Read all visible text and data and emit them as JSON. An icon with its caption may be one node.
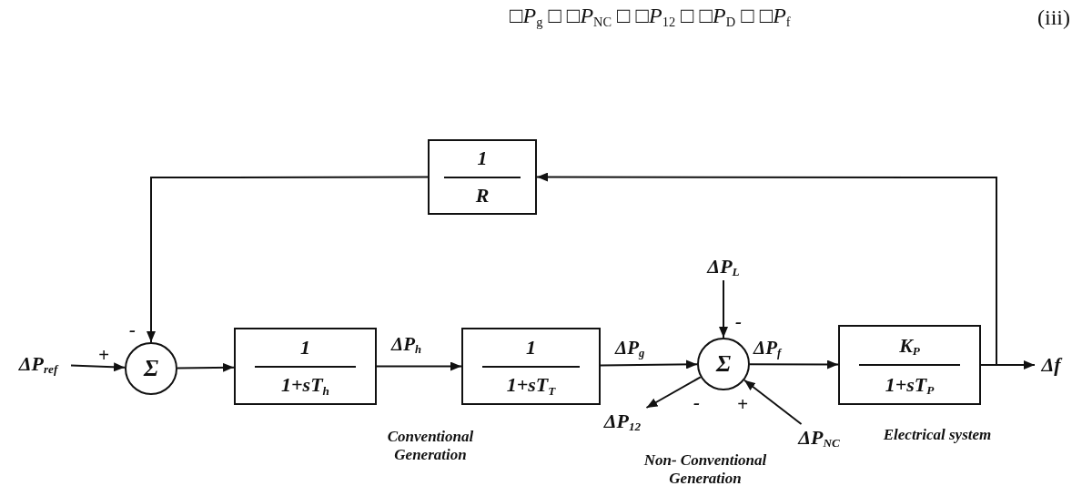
{
  "diagram": {
    "nodes": [
      {
        "text": [
          "ΔP$_{ref}$"
        ]
      },
      {
        "text": [
          "Σ"
        ]
      },
      {
        "text": [
          "1",
          "1+sT$_{h}$"
        ]
      },
      {
        "text": [
          "1",
          "1+sT$_{T}$"
        ]
      },
      {
        "text": [
          "Σ"
        ]
      },
      {
        "text": [
          "K$_{P}$",
          "1+sT$_{P}$"
        ],
        "beside": [
          "Electrical system"
        ]
      },
      {
        "text": [
          "1",
          "R"
        ]
      },
      {
        "text": [
          "ΔP$_{L}$"
        ]
      },
      {
        "text": [
          "ΔP$_{12}$"
        ]
      },
      {
        "text": [
          "ΔP$_{NC}$"
        ]
      },
      {
        "text": [
          "Δf"
        ]
      }
    ],
    "edges": [
      {
        "from": 0,
        "to": 1,
        "arrow": "to",
        "label": "+"
      },
      {
        "from": 1,
        "to": 2,
        "arrow": "to"
      },
      {
        "from": 2,
        "to": 3,
        "arrow": "to",
        "label": "ΔP$_{h}$"
      },
      {
        "from": 3,
        "to": 4,
        "arrow": "to",
        "label": "ΔP$_{g}$"
      },
      {
        "from": 4,
        "to": 5,
        "arrow": "to",
        "label": "ΔP$_{f}$"
      },
      {
        "from": 5,
        "to": 10,
        "arrow": "to"
      },
      {
        "from": 6,
        "to": 1,
        "arrow": "to",
        "label": "-"
      },
      {
        "from": 7,
        "to": 4,
        "arrow": "to",
        "label": "-"
      },
      {
        "from": 4,
        "to": 8,
        "arrow": "to",
        "label": "-"
      },
      {
        "from": 9,
        "to": 4,
        "arrow": "to",
        "label": "+"
      },
      {
        "from": 5,
        "to": 6,
        "arrow": "to"
      }
    ],
    "labels": [
      "□*P*$_{g}$ □ □*P*$_{NC}$ □ □*P*$_{12}$ □ □*P*$_{D}$ □ □*P*$_{f}$",
      "(iii)",
      "Conventional Generation",
      "Non- Conventional Generation"
    ]
  }
}
